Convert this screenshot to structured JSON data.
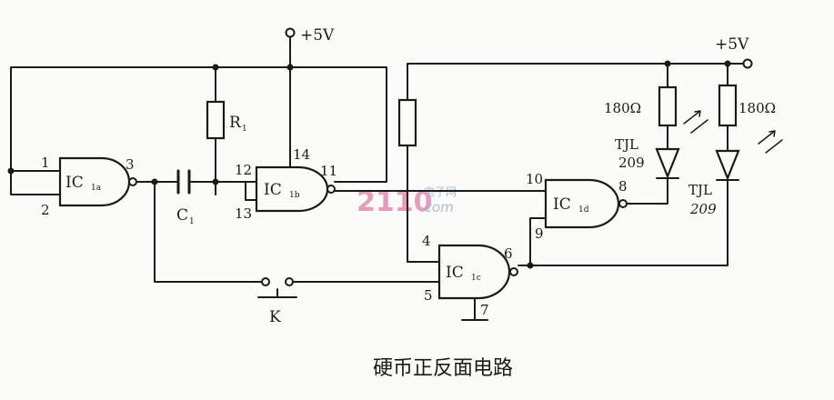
{
  "supply": {
    "left": "+5V",
    "right": "+5V"
  },
  "gates": {
    "ic1a": {
      "main": "IC",
      "sub": "1a"
    },
    "ic1b": {
      "main": "IC",
      "sub": "1b"
    },
    "ic1c": {
      "main": "IC",
      "sub": "1c"
    },
    "ic1d": {
      "main": "IC",
      "sub": "1d"
    }
  },
  "pins": [
    "1",
    "2",
    "3",
    "12",
    "13",
    "14",
    "11",
    "10",
    "8",
    "9",
    "4",
    "5",
    "6",
    "7"
  ],
  "components": {
    "r1": {
      "main": "R",
      "sub": "1"
    },
    "c1": {
      "main": "C",
      "sub": "1"
    },
    "r_left": "180Ω",
    "r_right": "180Ω",
    "led_left": [
      "TJL",
      "209"
    ],
    "led_right": [
      "TJL",
      "209"
    ],
    "switch": "K"
  },
  "watermark": {
    "big": "2110",
    "cn": "电子网",
    "com": ".com"
  },
  "caption": "硬币正反面电路"
}
